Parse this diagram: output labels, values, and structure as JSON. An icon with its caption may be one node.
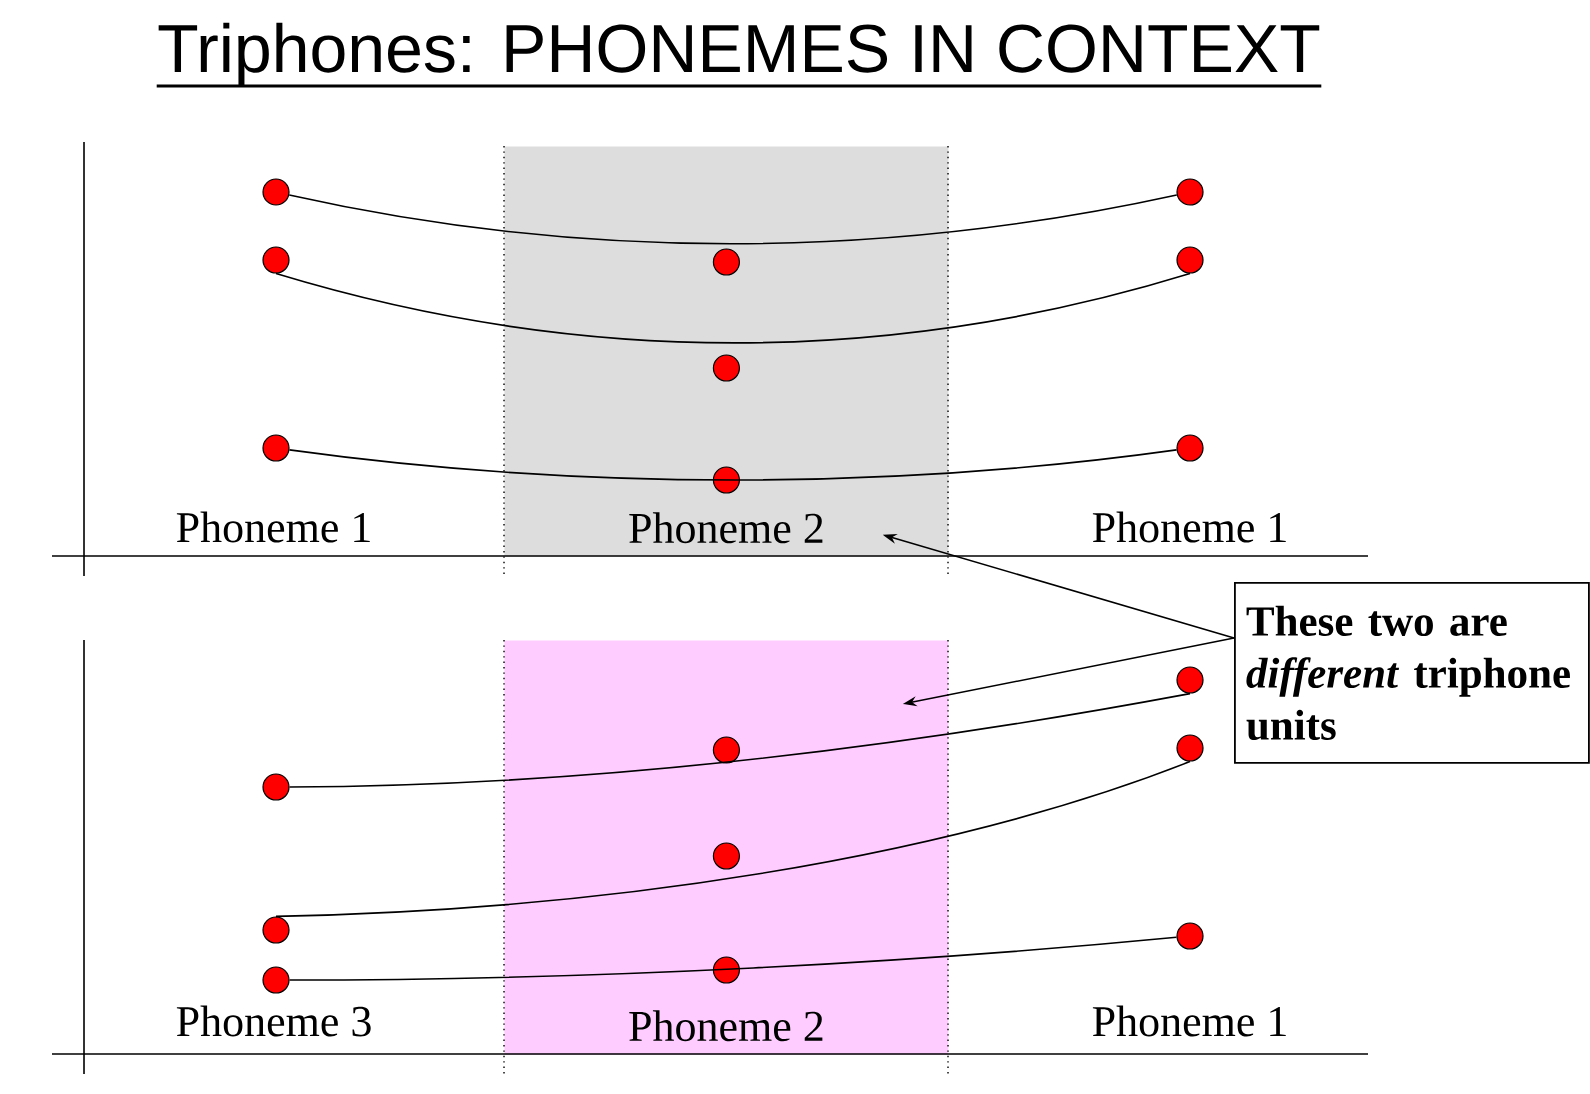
{
  "diagram": {
    "title": "Triphones: PHONEMES IN CONTEXT",
    "nodes": [
      {
        "text": [
          "Phoneme 2"
        ]
      },
      {
        "text": [],
        "shape": "circle"
      },
      {
        "text": [],
        "shape": "circle"
      },
      {
        "text": [],
        "shape": "circle"
      },
      {
        "text": [],
        "shape": "circle",
        "in": 0
      },
      {
        "text": [],
        "shape": "circle"
      },
      {
        "text": [],
        "shape": "circle",
        "in": 0
      },
      {
        "text": [],
        "shape": "circle"
      },
      {
        "text": [],
        "shape": "circle"
      },
      {
        "text": [],
        "shape": "circle",
        "in": 0
      },
      {
        "text": [
          "These two are *different* triphone units"
        ]
      },
      {
        "text": [
          "Phoneme 2"
        ]
      },
      {
        "text": [],
        "shape": "circle"
      },
      {
        "text": [],
        "shape": "circle",
        "in": 11
      },
      {
        "text": [],
        "shape": "circle"
      },
      {
        "text": [],
        "shape": "circle"
      },
      {
        "text": [],
        "shape": "circle",
        "in": 11
      },
      {
        "text": [],
        "shape": "circle"
      },
      {
        "text": [],
        "shape": "circle"
      },
      {
        "text": [],
        "shape": "circle",
        "in": 11
      },
      {
        "text": [],
        "shape": "circle"
      }
    ],
    "edges": [
      {
        "from": 1,
        "to": 2,
        "arrow": "none"
      },
      {
        "from": 3,
        "to": 5,
        "arrow": "none"
      },
      {
        "from": 7,
        "to": 8,
        "arrow": "none"
      },
      {
        "from": 10,
        "to": 0,
        "arrow": "to"
      },
      {
        "from": 10,
        "to": 11,
        "arrow": "to"
      },
      {
        "from": 15,
        "to": 12,
        "arrow": "none"
      },
      {
        "from": 17,
        "to": 14,
        "arrow": "none"
      },
      {
        "from": 20,
        "to": 18,
        "arrow": "none"
      }
    ],
    "labels": [
      "Phoneme 1",
      "Phoneme 1",
      "Phoneme 3",
      "Phoneme 1"
    ]
  }
}
